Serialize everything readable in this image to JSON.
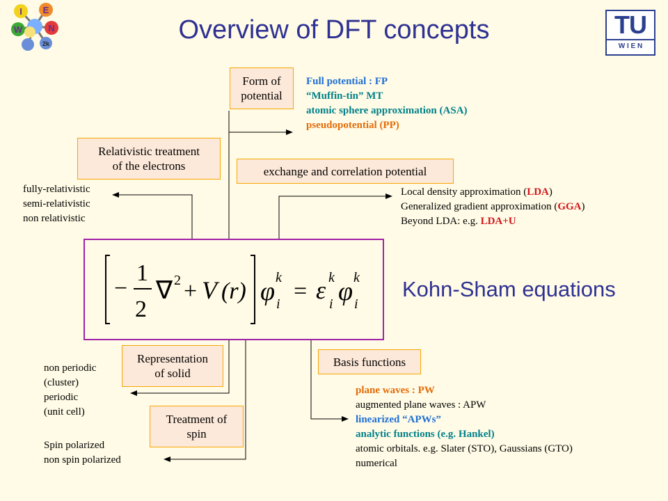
{
  "title": "Overview of DFT concepts",
  "logo_left": {
    "letters": [
      "I",
      "E",
      "N",
      "W",
      "2k"
    ]
  },
  "logo_right": {
    "top": "TU",
    "bottom": "W I E N"
  },
  "boxes": {
    "form_of_potential": [
      "Form of",
      "potential"
    ],
    "relativistic": [
      "Relativistic treatment",
      "of the electrons"
    ],
    "xc_potential": [
      "exchange and correlation potential"
    ],
    "representation": [
      "Representation",
      "of solid"
    ],
    "basis": [
      "Basis functions"
    ],
    "spin": [
      "Treatment  of",
      "spin"
    ]
  },
  "potential_list": [
    {
      "text": "Full potential : FP",
      "color": "#1f6fd4"
    },
    {
      "text": "“Muffin-tin” MT",
      "color": "#00818a"
    },
    {
      "text": "atomic sphere approximation (ASA)",
      "color": "#00818a"
    },
    {
      "text": "pseudopotential (PP)",
      "color": "#e36c0a"
    }
  ],
  "relativistic_list": [
    "fully-relativistic",
    "semi-relativistic",
    "non relativistic"
  ],
  "xc_list": {
    "line1": {
      "pre": "Local density approximation  (",
      "hl": "LDA",
      "post": ")"
    },
    "line2": {
      "pre": "Generalized gradient approximation (",
      "hl": "GGA",
      "post": ")"
    },
    "line3": {
      "pre": "Beyond LDA: e.g. ",
      "hl": "LDA+U",
      "post": ""
    }
  },
  "equation": {
    "neg": "−",
    "num": "1",
    "den": "2",
    "nabla": "∇",
    "sq": "2",
    "plus": "+",
    "V": "V",
    "r": "(r)",
    "phi": "φ",
    "i": "i",
    "k": "k",
    "eq": "=",
    "eps": "ε"
  },
  "kohn_sham": "Kohn-Sham equations",
  "representation_list": [
    "non periodic",
    "(cluster)",
    "periodic",
    "(unit cell)"
  ],
  "spin_list": [
    "Spin polarized",
    "non spin polarized"
  ],
  "basis_list": [
    {
      "text": "plane waves : PW",
      "color": "#e36c0a",
      "bold": true
    },
    {
      "text": "augmented plane waves : APW",
      "color": "#000000",
      "bold": false
    },
    {
      "text": "linearized “APWs”",
      "color": "#1f6fd4",
      "bold": true
    },
    {
      "text": "analytic functions (e.g. Hankel)",
      "color": "#00818a",
      "bold": true
    },
    {
      "text": "atomic orbitals. e.g. Slater (STO), Gaussians (GTO)",
      "color": "#000000",
      "bold": false
    },
    {
      "text": "numerical",
      "color": "#000000",
      "bold": false
    }
  ]
}
